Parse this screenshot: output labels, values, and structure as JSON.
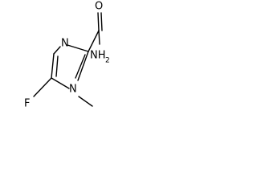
{
  "molecule": {
    "atoms": {
      "oxygen": "O",
      "amide_nitrogen": "NH",
      "amide_nitrogen_subscript": "2",
      "ring_nitrogen_top": "N",
      "ring_nitrogen_methyl": "N",
      "fluorine": "F"
    }
  }
}
